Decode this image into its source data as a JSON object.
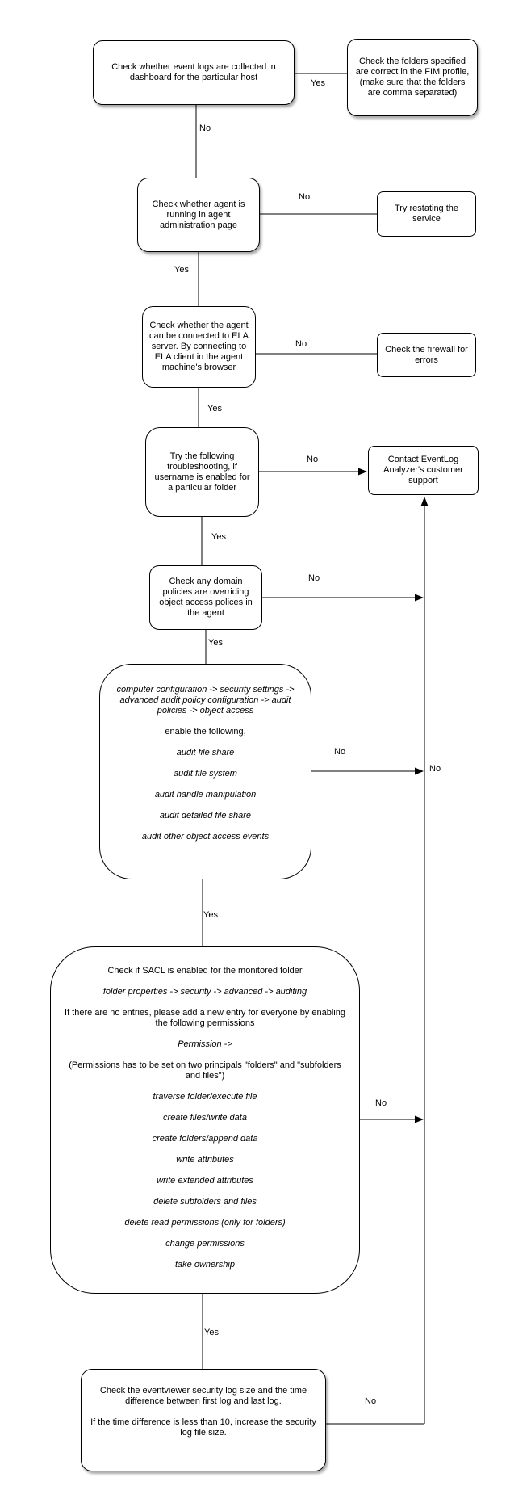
{
  "diagram": {
    "type": "flowchart",
    "colors": {
      "background": "#ffffff",
      "node_fill": "#ffffff",
      "node_border": "#000000",
      "text": "#000000"
    },
    "nodes": {
      "check_event_logs": {
        "text": "Check whether event logs are collected in dashboard for the particular host"
      },
      "check_fim_folders": {
        "text": "Check the folders specified are correct in the FIM profile, (make sure that the folders are comma separated)"
      },
      "check_agent_running": {
        "text": "Check whether agent is running in agent administration page"
      },
      "try_restarting": {
        "text": "Try restating the service"
      },
      "check_ela_connection": {
        "text": "Check whether the agent can be connected to ELA server. By connecting to ELA client in the agent machine's browser"
      },
      "check_firewall": {
        "text": "Check the firewall for errors"
      },
      "try_troubleshooting": {
        "text": "Try the following troubleshooting, if username is enabled for a particular folder"
      },
      "contact_support": {
        "text": "Contact EventLog Analyzer's customer support"
      },
      "check_domain_policies": {
        "text": "Check any domain policies are overriding object access polices in the agent"
      },
      "enable_audit": {
        "lines": [
          "computer configuration -> security settings -> advanced audit policy configuration -> audit policies -> object access",
          "enable the following,",
          "audit file share",
          "audit file system",
          "audit handle manipulation",
          "audit detailed file share",
          "audit other object access events"
        ]
      },
      "check_sacl": {
        "lines": [
          "Check if SACL is enabled for the monitored folder",
          "folder properties -> security -> advanced -> auditing",
          "If there are no entries, please add a new entry for everyone by enabling the following permissions",
          "Permission ->",
          "(Permissions has to be set on two principals \"folders\" and \"subfolders and files\")",
          "traverse folder/execute file",
          "create files/write data",
          "create folders/append data",
          "write attributes",
          "write extended attributes",
          "delete subfolders and files",
          "delete read permissions (only for folders)",
          "change permissions",
          "take ownership"
        ]
      },
      "check_log_size": {
        "lines": [
          "Check the eventviewer security log size and the time difference between first log and last log.",
          "If the time difference is less than 10, increase the security log file size."
        ]
      }
    },
    "edges": [
      {
        "from": "check_event_logs",
        "to": "check_fim_folders",
        "label": "Yes"
      },
      {
        "from": "check_event_logs",
        "to": "check_agent_running",
        "label": "No"
      },
      {
        "from": "check_agent_running",
        "to": "try_restarting",
        "label": "No"
      },
      {
        "from": "check_agent_running",
        "to": "check_ela_connection",
        "label": "Yes"
      },
      {
        "from": "check_ela_connection",
        "to": "check_firewall",
        "label": "No"
      },
      {
        "from": "check_ela_connection",
        "to": "try_troubleshooting",
        "label": "Yes"
      },
      {
        "from": "try_troubleshooting",
        "to": "contact_support",
        "label": "No"
      },
      {
        "from": "try_troubleshooting",
        "to": "check_domain_policies",
        "label": "Yes"
      },
      {
        "from": "check_domain_policies",
        "to": "contact_support",
        "label": "No"
      },
      {
        "from": "check_domain_policies",
        "to": "enable_audit",
        "label": "Yes"
      },
      {
        "from": "enable_audit",
        "to": "contact_support",
        "label": "No"
      },
      {
        "from": "enable_audit",
        "to": "contact_support",
        "label": "No"
      },
      {
        "from": "enable_audit",
        "to": "check_sacl",
        "label": "Yes"
      },
      {
        "from": "check_sacl",
        "to": "contact_support",
        "label": "No"
      },
      {
        "from": "check_sacl",
        "to": "check_log_size",
        "label": "Yes"
      },
      {
        "from": "check_log_size",
        "to": "contact_support",
        "label": "No"
      }
    ]
  }
}
